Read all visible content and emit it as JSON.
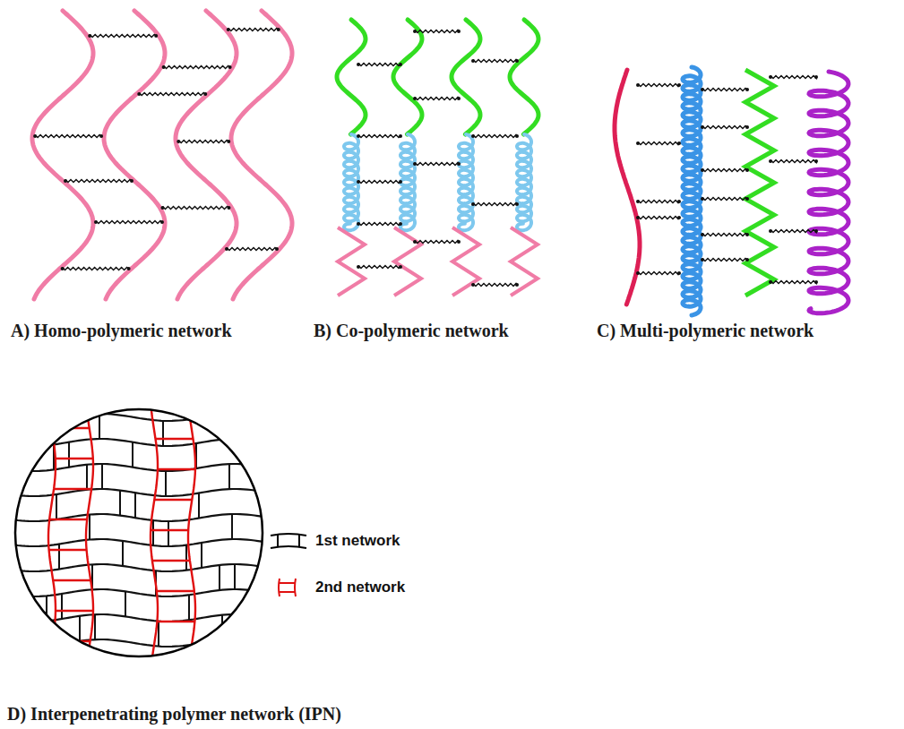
{
  "diagram": {
    "labels": [
      "A) Homo-polymeric network",
      "B) Co-polymeric network",
      "C) Multi-polymeric network",
      "D) Interpenetrating polymer network (IPN)"
    ],
    "legend": [
      {
        "text": "1st network"
      },
      {
        "text": "2nd network"
      }
    ]
  }
}
